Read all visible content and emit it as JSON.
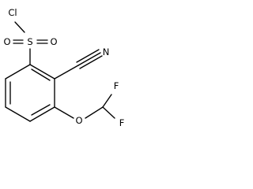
{
  "molecule": {
    "atoms": {
      "cl": "Cl",
      "s": "S",
      "o_left": "O",
      "o_right": "O",
      "n": "N",
      "o_ether": "O",
      "f_top": "F",
      "f_bottom": "F"
    },
    "colors": {
      "bond": "#000000",
      "label": "#000000",
      "background": "#ffffff"
    }
  }
}
